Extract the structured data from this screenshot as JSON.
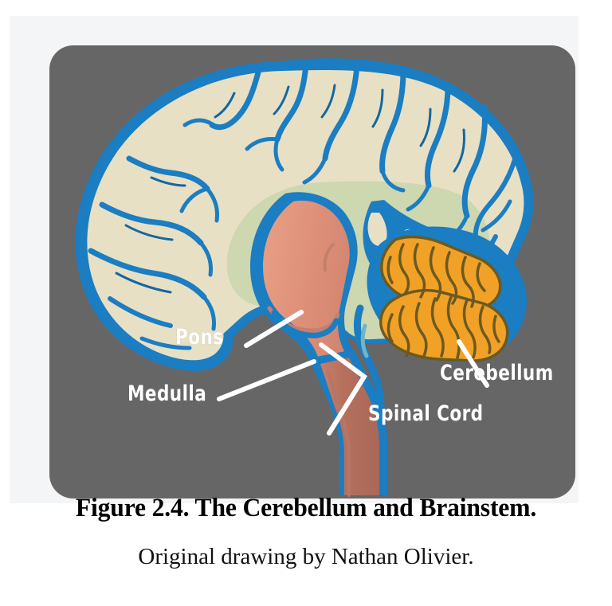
{
  "figure": {
    "caption_title": "Figure 2.4.  The Cerebellum and Brainstem.",
    "caption_credit": "Original drawing by Nathan Olivier.",
    "panel_background": "#666666",
    "plate_background": "#f4f5f7",
    "page_background": "#ffffff"
  },
  "illustration": {
    "alt": "Mid-sagittal drawing of the human brain showing the cerebral cortex, cerebellum, pons, medulla and spinal cord",
    "colors": {
      "cortex_fill": "#e8e0c4",
      "cortex_outline": "#1b7dc2",
      "white_matter_fill": "#cdd7b0",
      "cerebellum_fill": "#f2a127",
      "cerebellum_outline": "#6b5a20",
      "brainstem_fill": "#dd9179",
      "brainstem_outline": "#1b7dc2",
      "ventricle_blue": "#1b7dc2",
      "leader_line": "#ffffff",
      "label_text": "#ffffff"
    },
    "labels": [
      {
        "id": "pons",
        "text": "Pons",
        "side": "left"
      },
      {
        "id": "medulla",
        "text": "Medulla",
        "side": "left"
      },
      {
        "id": "cerebellum",
        "text": "Cerebellum",
        "side": "right"
      },
      {
        "id": "spinal_cord",
        "text": "Spinal Cord",
        "side": "right"
      }
    ]
  }
}
